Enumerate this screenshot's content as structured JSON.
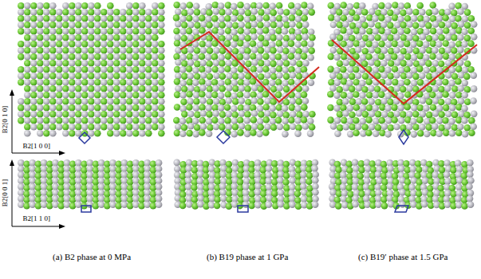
{
  "diagram": {
    "labels": [
      "B2[0 1 0]",
      "B2[1 0 0]",
      "B2[0 0 1]",
      "B2[1 1 0]",
      "(a) B2 phase at 0 MPa",
      "(b) B19 phase at 1 GPa",
      "(c) B19′ phase at 1.5 GPa"
    ]
  }
}
